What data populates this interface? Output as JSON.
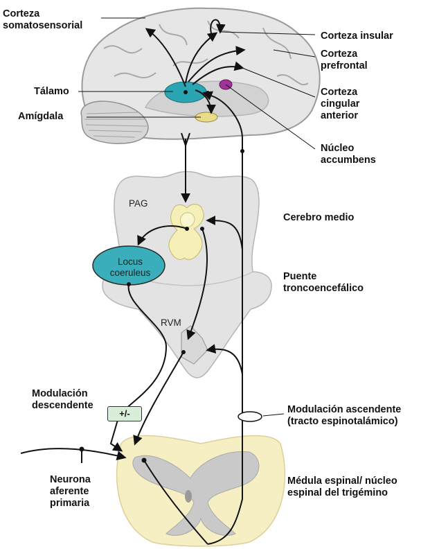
{
  "labels": {
    "somatosensory": "Corteza somatosensorial",
    "thalamus": "Tálamo",
    "amygdala": "Amígdala",
    "insular": "Corteza insular",
    "prefrontal": "Corteza prefrontal",
    "cingulate": "Corteza cingular anterior",
    "accumbens": "Núcleo accumbens",
    "pag": "PAG",
    "midbrain": "Cerebro medio",
    "locus": "Locus coeruleus",
    "pons": "Puente troncoencefálico",
    "rvm": "RVM",
    "descending": "Modulación descendente",
    "plusminus": "+/-",
    "ascending": "Modulación ascendente (tracto espinotalámico)",
    "afferent": "Neurona aferente primaria",
    "spinal": "Médula espinal/ núcleo espinal del trigémino"
  },
  "colors": {
    "thalamus": "#2aa6b3",
    "amygdala": "#e8dc8a",
    "accumbens": "#a0329a",
    "locus": "#3aaebb",
    "pag": "#f6f0b8",
    "brain": "#e6e6e6",
    "brainstem": "#e3e3e3",
    "spinal_outline": "#f6efc4",
    "box": "#d9eed9"
  }
}
